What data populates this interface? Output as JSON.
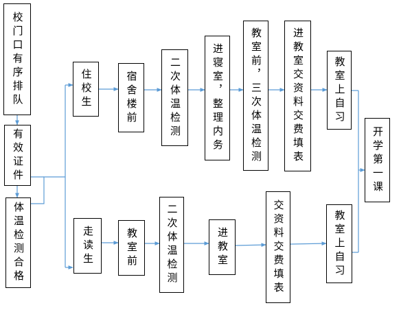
{
  "diagram": {
    "nodes": {
      "queue": "校门口有序排队",
      "id_check": "有效证件",
      "temp_ok": "体温检测合格",
      "boarder": "住校生",
      "day_student": "走读生",
      "dorm_front": "宿舍楼前",
      "second_temp_b": "二次体温检测",
      "enter_dorm": "进寝室，整理内务",
      "third_temp": "教室前，三次体温检测",
      "enter_class_b": "进教室交资料交费填表",
      "self_study_b": "教室上自习",
      "classroom_front": "教室前",
      "second_temp_d": "二次体温检测",
      "enter_class_d": "进教室",
      "submit_d": "交资料交费填表",
      "self_study_d": "教室上自习",
      "first_lesson": "开学第一课"
    },
    "colors": {
      "arrow": "#5b9bd5",
      "border": "#000000"
    }
  }
}
